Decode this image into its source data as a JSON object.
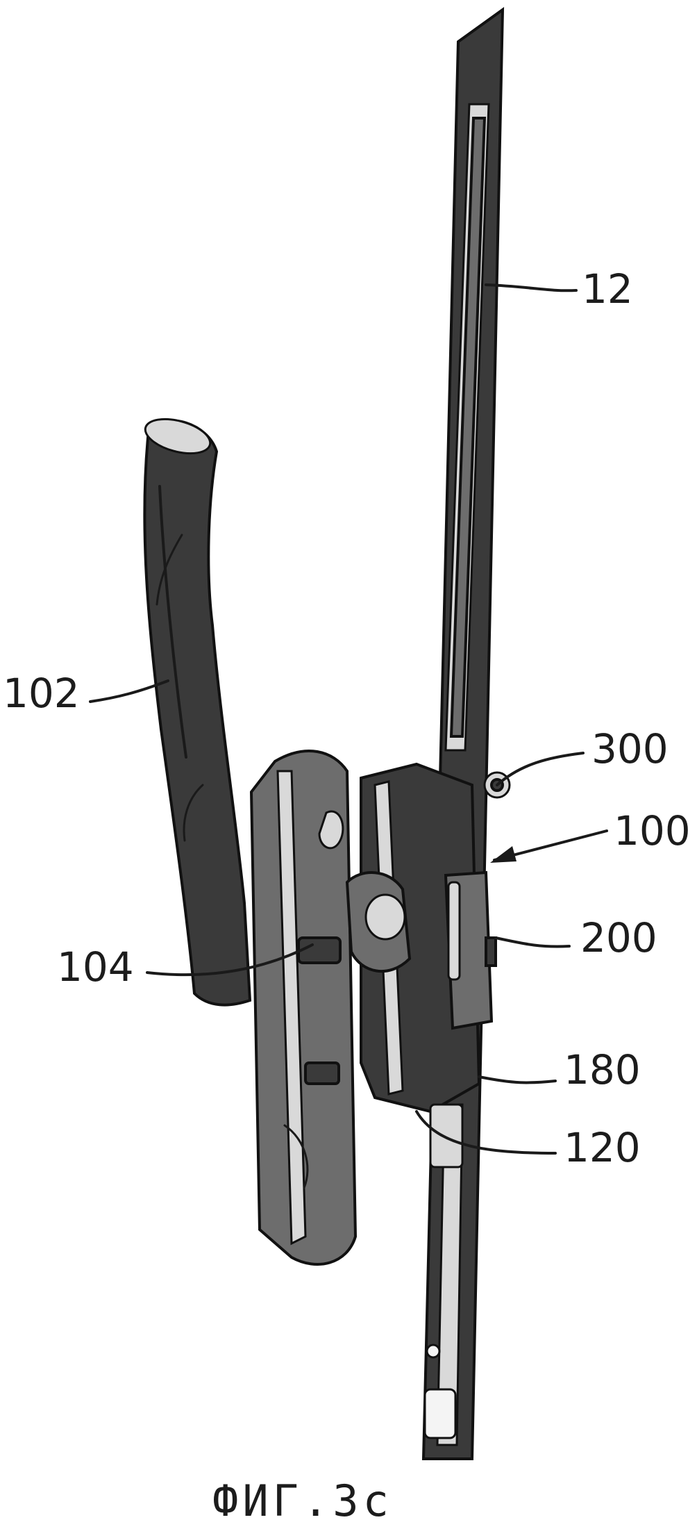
{
  "figure": {
    "caption": "ФИГ.3с",
    "reference_labels": {
      "rod": "12",
      "handle": "102",
      "handle_base": "104",
      "bracket": "300",
      "assembly": "100",
      "cover": "200",
      "housing": "180",
      "slider": "120"
    }
  },
  "colors": {
    "ink": "#1a1a1a",
    "dark_fill": "#3a3a3a",
    "mid_fill": "#6d6d6d",
    "background": "#ffffff"
  }
}
